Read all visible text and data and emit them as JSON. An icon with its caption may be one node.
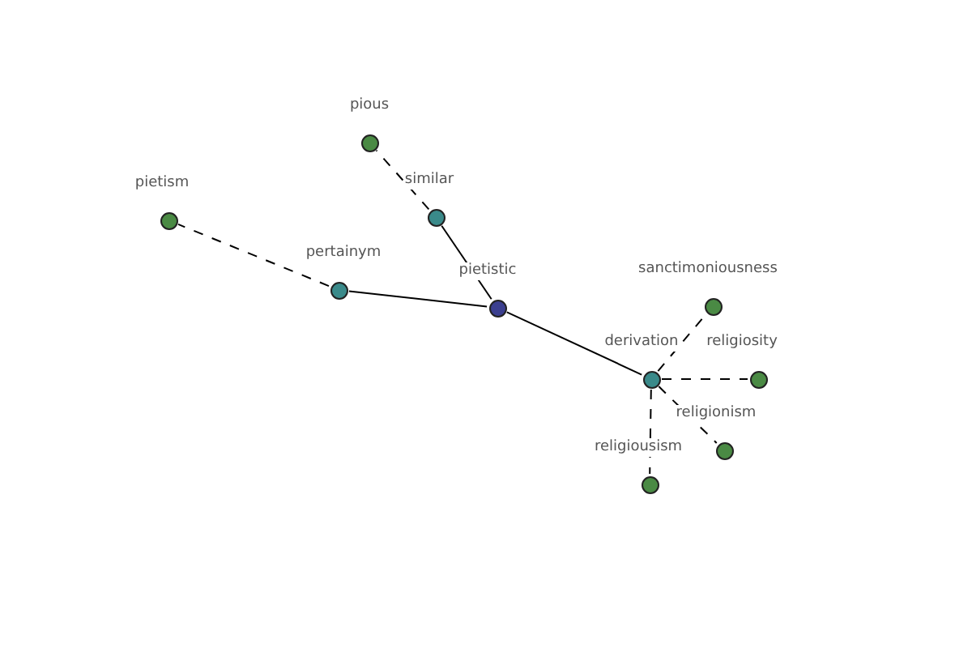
{
  "diagram": {
    "nodes": [
      {
        "text": [
          "pietistic"
        ]
      },
      {
        "text": [
          "similar"
        ]
      },
      {
        "text": [
          "pious"
        ]
      },
      {
        "text": [
          "pertainym"
        ]
      },
      {
        "text": [
          "pietism"
        ]
      },
      {
        "text": [
          "derivation"
        ]
      },
      {
        "text": [
          "sanctimoniousness"
        ]
      },
      {
        "text": [
          "religiosity"
        ]
      },
      {
        "text": [
          "religionism"
        ]
      },
      {
        "text": [
          "religiousism"
        ]
      }
    ],
    "edges": [
      {
        "from": 0,
        "to": 1,
        "arrow": "none"
      },
      {
        "from": 1,
        "to": 2,
        "arrow": "none",
        "style": "dashed"
      },
      {
        "from": 0,
        "to": 3,
        "arrow": "none"
      },
      {
        "from": 3,
        "to": 4,
        "arrow": "none",
        "style": "dashed"
      },
      {
        "from": 0,
        "to": 5,
        "arrow": "none"
      },
      {
        "from": 5,
        "to": 6,
        "arrow": "none",
        "style": "dashed"
      },
      {
        "from": 5,
        "to": 7,
        "arrow": "none",
        "style": "dashed"
      },
      {
        "from": 5,
        "to": 8,
        "arrow": "none",
        "style": "dashed"
      },
      {
        "from": 5,
        "to": 9,
        "arrow": "none",
        "style": "dashed"
      }
    ]
  }
}
